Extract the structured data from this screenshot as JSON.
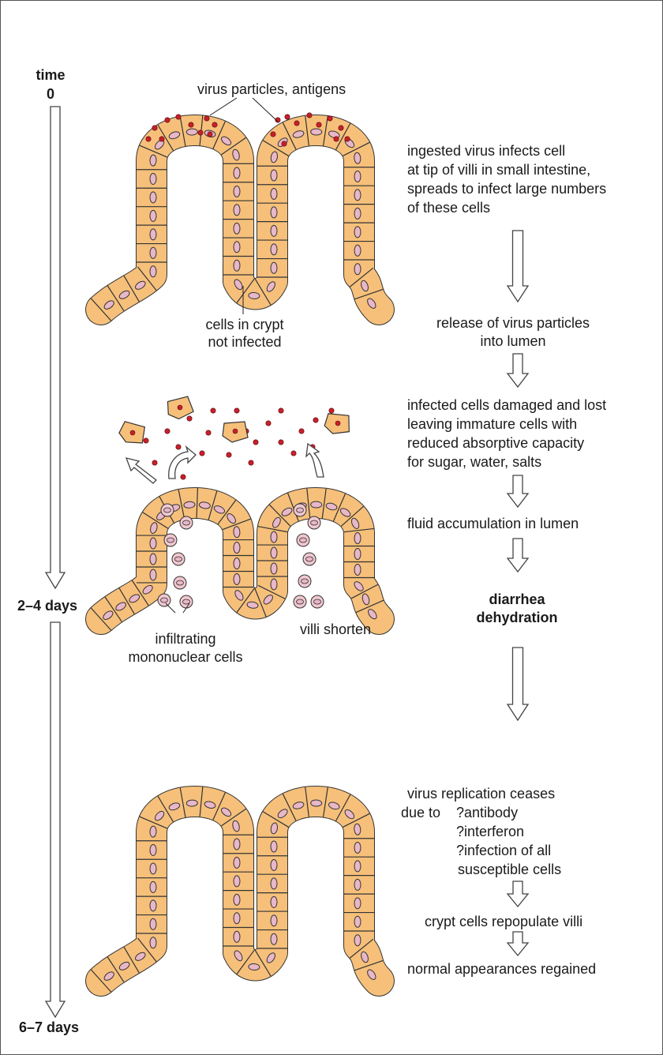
{
  "timeline": {
    "time_label": "time",
    "time_zero": "0",
    "mark_2": "2–4 days",
    "mark_3": "6–7 days"
  },
  "stage1": {
    "virus_label": "virus particles, antigens",
    "crypt_label_1": "cells in crypt",
    "crypt_label_2": "not infected"
  },
  "stage2": {
    "infiltrating_1": "infiltrating",
    "infiltrating_2": "mononuclear cells",
    "villi_shorten": "villi shorten"
  },
  "steps": {
    "s1_l1": "ingested virus infects cell",
    "s1_l2": "at tip of villi in small intestine,",
    "s1_l3": "spreads to infect large numbers",
    "s1_l4": "of these cells",
    "s2_l1": "release of virus particles",
    "s2_l2": "into lumen",
    "s3_l1": "infected cells damaged and lost",
    "s3_l2": "leaving immature cells with",
    "s3_l3": "reduced absorptive capacity",
    "s3_l4": "for sugar, water, salts",
    "s4": "fluid accumulation in lumen",
    "s5_l1": "diarrhea",
    "s5_l2": "dehydration",
    "s6_l1": "virus replication ceases",
    "s6_l2": "due to",
    "s6_l3": "?antibody",
    "s6_l4": "?interferon",
    "s6_l5": "?infection of all",
    "s6_l6": "susceptible cells",
    "s7": "crypt cells repopulate villi",
    "s8": "normal appearances regained"
  },
  "colors": {
    "cell_fill": "#f6c07a",
    "cell_stroke": "#333333",
    "nucleus_fill": "#e8b7c8",
    "virus_fill": "#c8202a",
    "mono_fill": "#f0c8d0"
  }
}
